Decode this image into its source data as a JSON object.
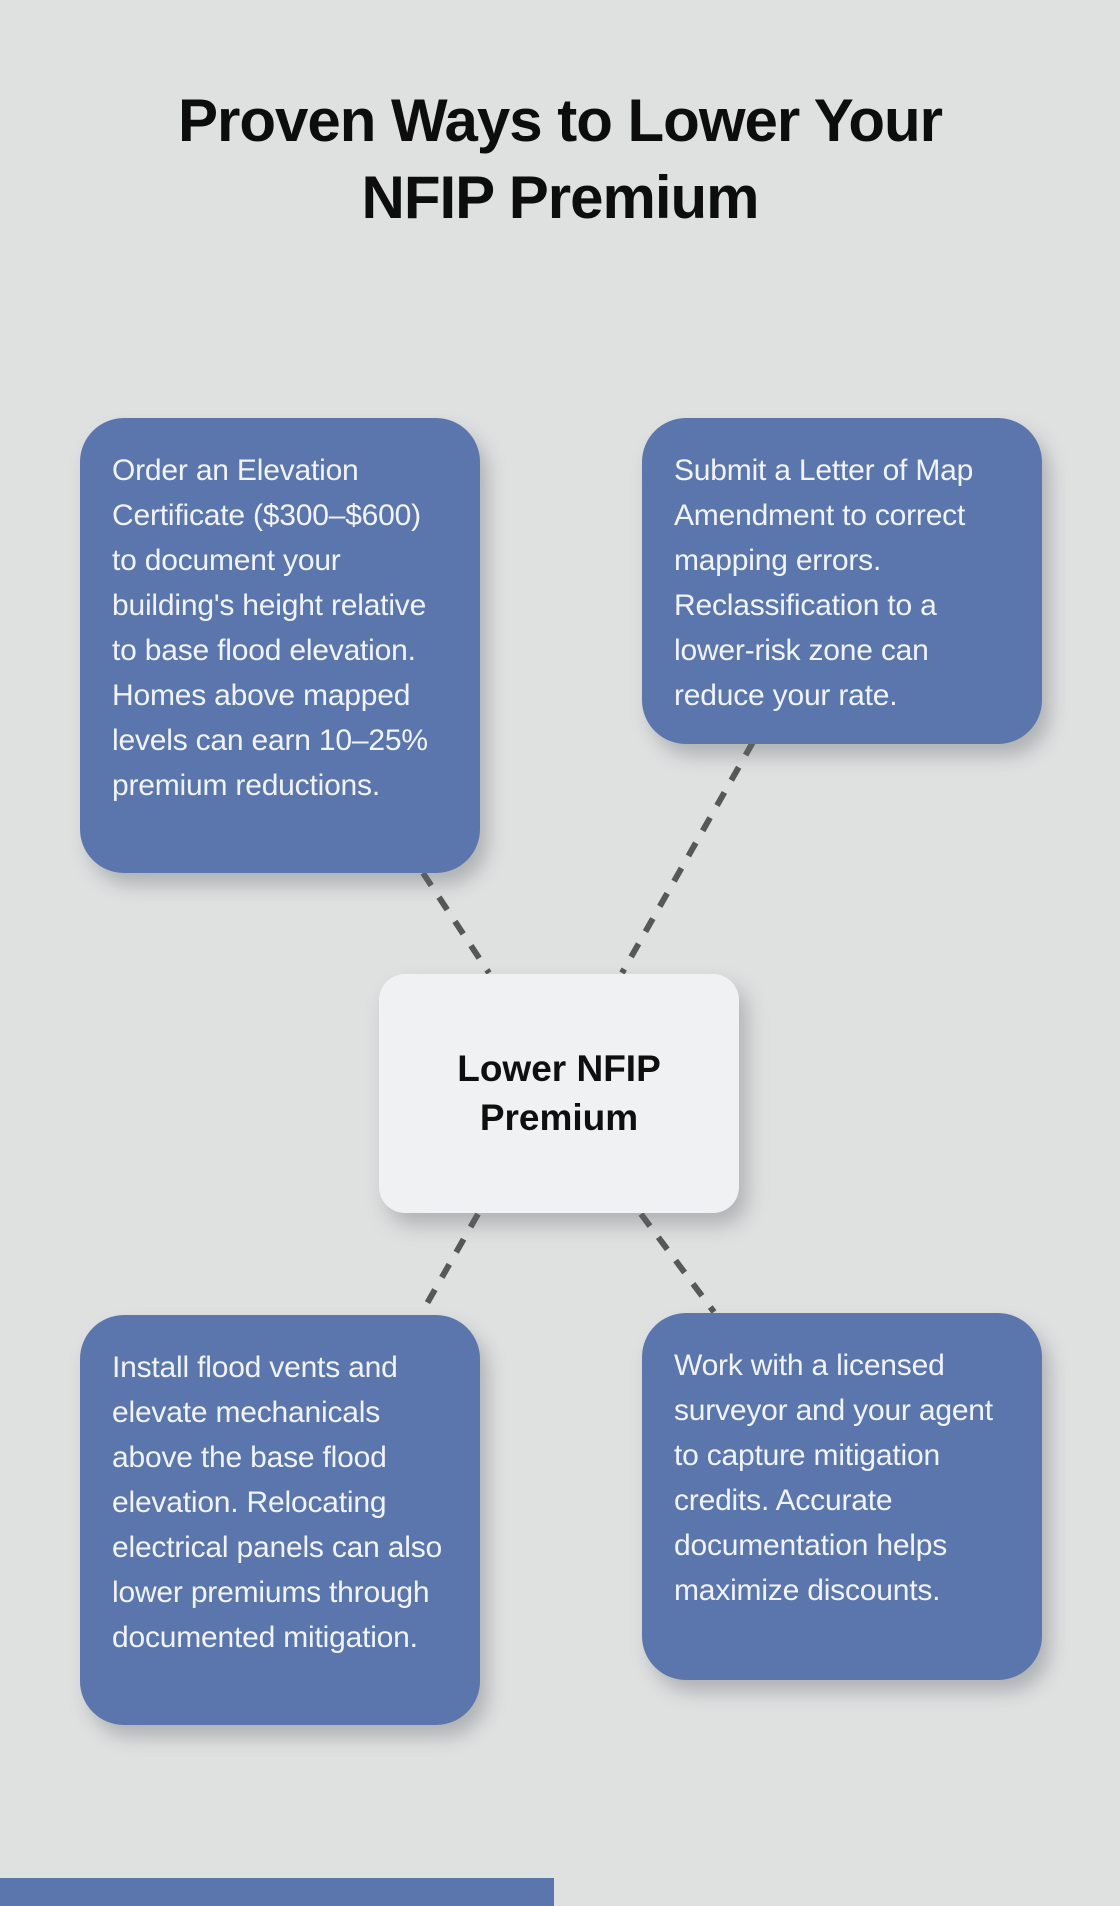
{
  "title": {
    "text": "Proven Ways to Lower Your NFIP Premium"
  },
  "center": {
    "label": "Lower NFIP Premium"
  },
  "nodes": [
    {
      "id": "elevation-certificate",
      "text": "Order an Elevation Certificate ($300–$600) to document your building's height relative to base flood elevation. Homes above mapped levels can earn 10–25% premium reductions."
    },
    {
      "id": "letter-of-map-amendment",
      "text": "Submit a Letter of Map Amendment to correct mapping errors. Reclassification to a lower-risk zone can reduce your rate."
    },
    {
      "id": "flood-vents-mitigation",
      "text": "Install flood vents and elevate mechanicals above the base flood elevation. Relocating electrical panels can also lower premiums through documented mitigation."
    },
    {
      "id": "licensed-surveyor",
      "text": "Work with a licensed surveyor and your agent to capture mitigation credits. Accurate documentation helps maximize discounts."
    }
  ],
  "colors": {
    "background": "#dfe1e1",
    "node_fill": "#5b76ad",
    "node_text": "#f0f3f8",
    "center_fill": "#f0f1f2",
    "center_text": "#0f0f0f",
    "title_text": "#0d0d0d",
    "connector": "#575757"
  }
}
